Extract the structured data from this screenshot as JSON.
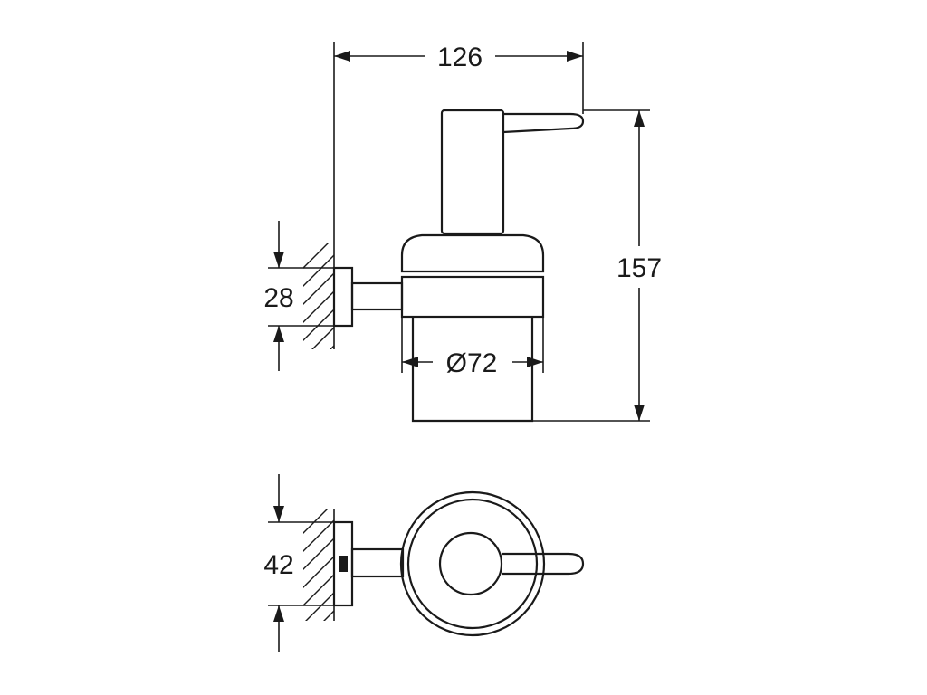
{
  "drawing": {
    "dimensions": {
      "width": "126",
      "height": "157",
      "diameter": "Ø72",
      "rosette_side": "28",
      "rosette_front": "42"
    }
  }
}
